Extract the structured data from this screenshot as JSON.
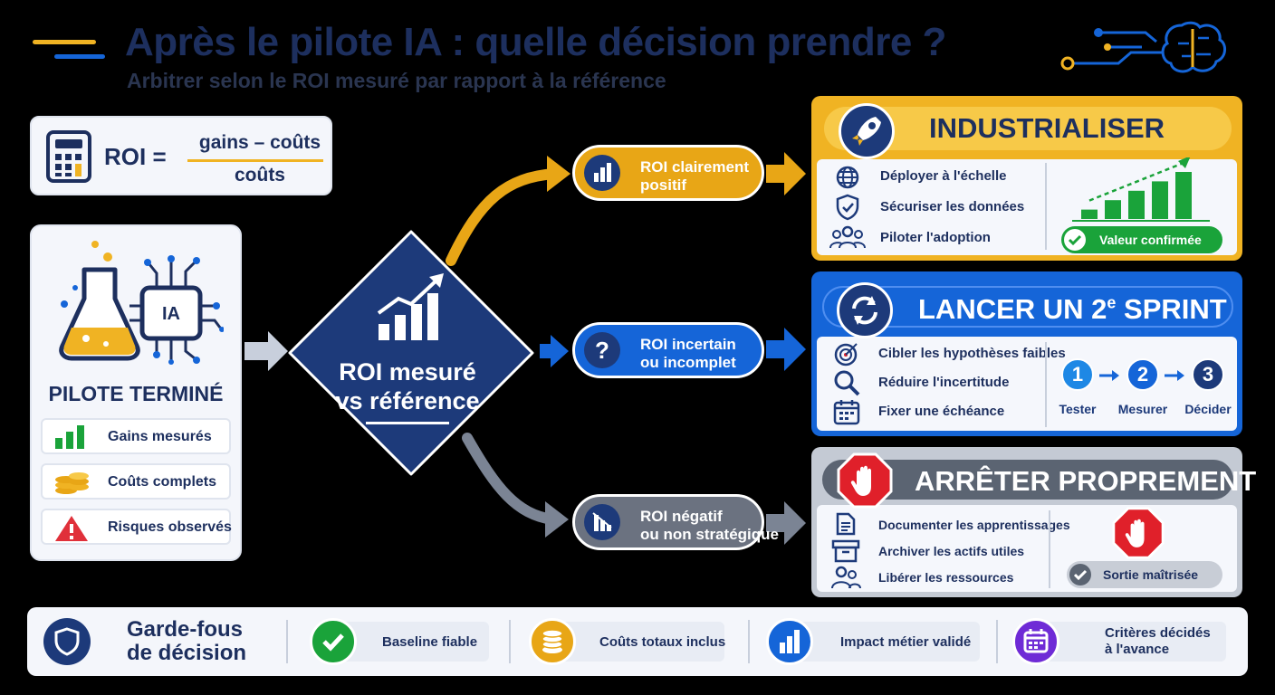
{
  "header": {
    "title": "Après le pilote IA : quelle décision prendre ?",
    "subtitle": "Arbitrer selon le ROI mesuré par rapport à la référence",
    "icon": "brain-circuit-icon"
  },
  "formula": {
    "lhs": "ROI =",
    "numerator": "gains – coûts",
    "denominator": "coûts",
    "icon": "calculator-icon"
  },
  "pilot": {
    "badge": "IA",
    "title": "PILOTE TERMINÉ",
    "items": [
      {
        "label": "Gains mesurés",
        "icon": "bar-chart-icon"
      },
      {
        "label": "Coûts complets",
        "icon": "coins-icon"
      },
      {
        "label": "Risques observés",
        "icon": "warning-icon"
      }
    ]
  },
  "center": {
    "line1": "ROI mesuré",
    "line2": "vs référence"
  },
  "outcomes": {
    "positive": {
      "line1": "ROI clairement",
      "line2": "positif"
    },
    "uncertain": {
      "line1": "ROI incertain",
      "line2": "ou incomplet"
    },
    "negative": {
      "line1": "ROI négatif",
      "line2": "ou non stratégique"
    }
  },
  "industrialize": {
    "title": "INDUSTRIALISER",
    "items": [
      "Déployer à l'échelle",
      "Sécuriser les données",
      "Piloter l'adoption"
    ],
    "badge": "Valeur confirmée",
    "growth_values": [
      1,
      2,
      3,
      4,
      5
    ]
  },
  "sprint": {
    "title_main": "LANCER UN 2",
    "title_sup": "e",
    "title_end": " SPRINT",
    "items": [
      "Cibler les hypothèses faibles",
      "Réduire l'incertitude",
      "Fixer une échéance"
    ],
    "steps": [
      {
        "n": "1",
        "label": "Tester"
      },
      {
        "n": "2",
        "label": "Mesurer"
      },
      {
        "n": "3",
        "label": "Décider"
      }
    ]
  },
  "stop": {
    "title": "ARRÊTER PROPREMENT",
    "items": [
      "Documenter les apprentissages",
      "Archiver les actifs utiles",
      "Libérer les ressources"
    ],
    "badge": "Sortie maîtrisée"
  },
  "footer": {
    "title_line1": "Garde-fous",
    "title_line2": "de décision",
    "items": [
      {
        "label": "Baseline fiable",
        "icon": "check-icon"
      },
      {
        "label": "Coûts totaux inclus",
        "icon": "coins-icon"
      },
      {
        "label": "Impact métier validé",
        "icon": "bar-chart-icon"
      },
      {
        "label_line1": "Critères décidés",
        "label_line2": "à l'avance",
        "icon": "calendar-icon"
      }
    ]
  },
  "colors": {
    "navy": "#1d3a7a",
    "gold": "#e8a616",
    "blue": "#1565d8",
    "gray": "#6b7280",
    "green": "#1aa33a",
    "red": "#e0202a",
    "purple": "#6f2bd6"
  }
}
